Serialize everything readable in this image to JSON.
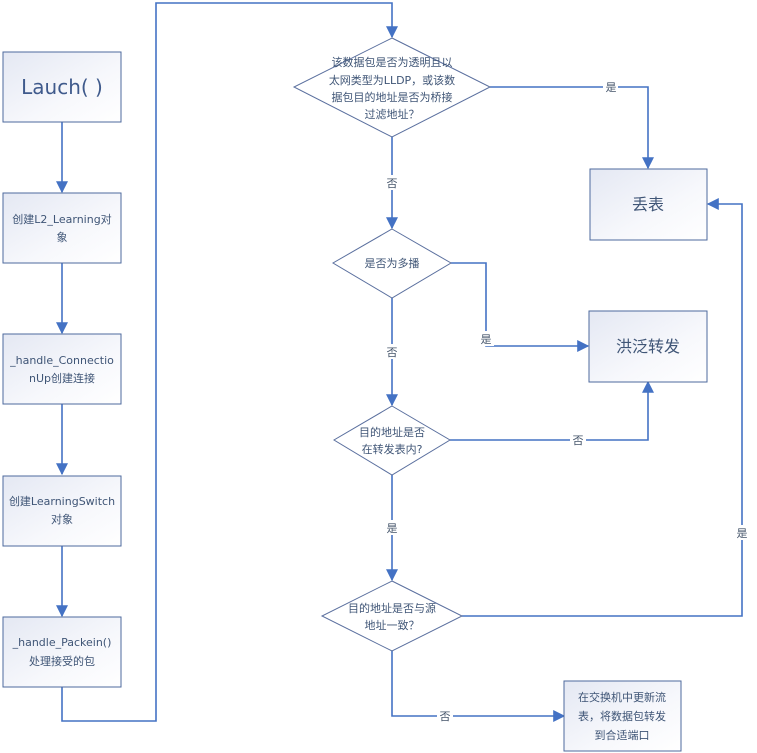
{
  "diagram": {
    "type": "flowchart",
    "nodes": {
      "launch": {
        "label": "Lauch( )"
      },
      "create_l2": {
        "lines": [
          "创建L2_Learning对",
          "象"
        ]
      },
      "conn_up": {
        "lines": [
          "_handle_Connectio",
          "nUp创建连接"
        ]
      },
      "create_switch": {
        "lines": [
          "创建LearningSwitch",
          "对象"
        ]
      },
      "packet_in": {
        "lines": [
          "_handle_Packein()",
          "处理接受的包"
        ]
      },
      "decision_lldp": {
        "lines": [
          "该数据包是否为透明且以",
          "太网类型为LLDP，或该数",
          "据包目的地址是否为桥接",
          "过滤地址？"
        ]
      },
      "drop": {
        "label": "丢表"
      },
      "decision_multicast": {
        "lines": [
          "是否为多播"
        ]
      },
      "flood": {
        "label": "洪泛转发"
      },
      "decision_in_table": {
        "lines": [
          "目的地址是否",
          "在转发表内?"
        ]
      },
      "decision_same_addr": {
        "lines": [
          "目的地址是否与源",
          "地址一致？"
        ]
      },
      "update_flow": {
        "lines": [
          "在交换机中更新流",
          "表，将数据包转发",
          "到合适端口"
        ]
      }
    },
    "edges": [
      {
        "from": "launch",
        "to": "create_l2",
        "label": ""
      },
      {
        "from": "create_l2",
        "to": "conn_up",
        "label": ""
      },
      {
        "from": "conn_up",
        "to": "create_switch",
        "label": ""
      },
      {
        "from": "create_switch",
        "to": "packet_in",
        "label": ""
      },
      {
        "from": "packet_in",
        "to": "decision_lldp",
        "label": ""
      },
      {
        "from": "decision_lldp",
        "to": "drop",
        "label": "是"
      },
      {
        "from": "decision_lldp",
        "to": "decision_multicast",
        "label": "否"
      },
      {
        "from": "decision_multicast",
        "to": "flood",
        "label": "是"
      },
      {
        "from": "decision_multicast",
        "to": "decision_in_table",
        "label": "否"
      },
      {
        "from": "decision_in_table",
        "to": "flood",
        "label": "否"
      },
      {
        "from": "decision_in_table",
        "to": "decision_same_addr",
        "label": "是"
      },
      {
        "from": "decision_same_addr",
        "to": "drop",
        "label": "是"
      },
      {
        "from": "decision_same_addr",
        "to": "update_flow",
        "label": "否"
      }
    ]
  }
}
